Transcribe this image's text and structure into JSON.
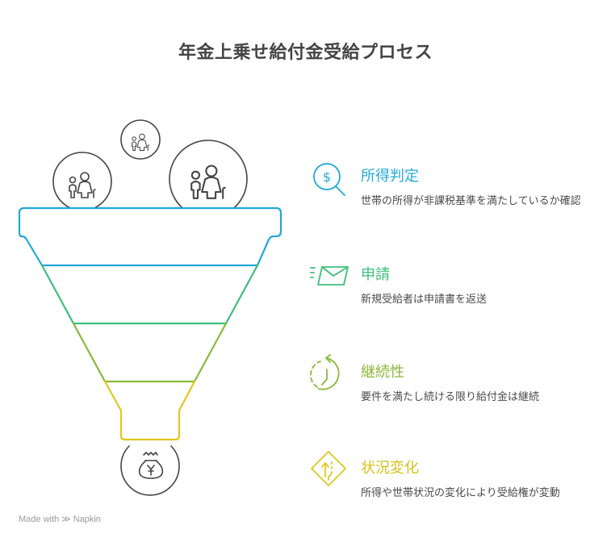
{
  "title": "年金上乗せ給付金受給プロセス",
  "colors": {
    "step1": "#21a9d6",
    "step2": "#3dbf7b",
    "step3": "#8ab83a",
    "step4": "#e0c81e",
    "outline": "#444444"
  },
  "inputs": [
    {
      "icon": "elderly-family-icon",
      "label": "small-left"
    },
    {
      "icon": "elderly-family-icon",
      "label": "small-top"
    },
    {
      "icon": "elderly-family-icon",
      "label": "large-right"
    }
  ],
  "output": {
    "icon": "yen-money-bag-icon"
  },
  "steps": [
    {
      "title": "所得判定",
      "description": "世帯の所得が非課税基準を満たしているか確認",
      "icon": "dollar-search-icon"
    },
    {
      "title": "申請",
      "description": "新規受給者は申請書を返送",
      "icon": "send-mail-icon"
    },
    {
      "title": "継続性",
      "description": "要件を満たし続ける限り給付金は継続",
      "icon": "clock-refresh-icon"
    },
    {
      "title": "状況変化",
      "description": "所得や世帯状況の変化により受給権が変動",
      "icon": "lane-change-sign-icon"
    }
  ],
  "footer": {
    "made_with": "Made with",
    "brand": "Napkin"
  }
}
